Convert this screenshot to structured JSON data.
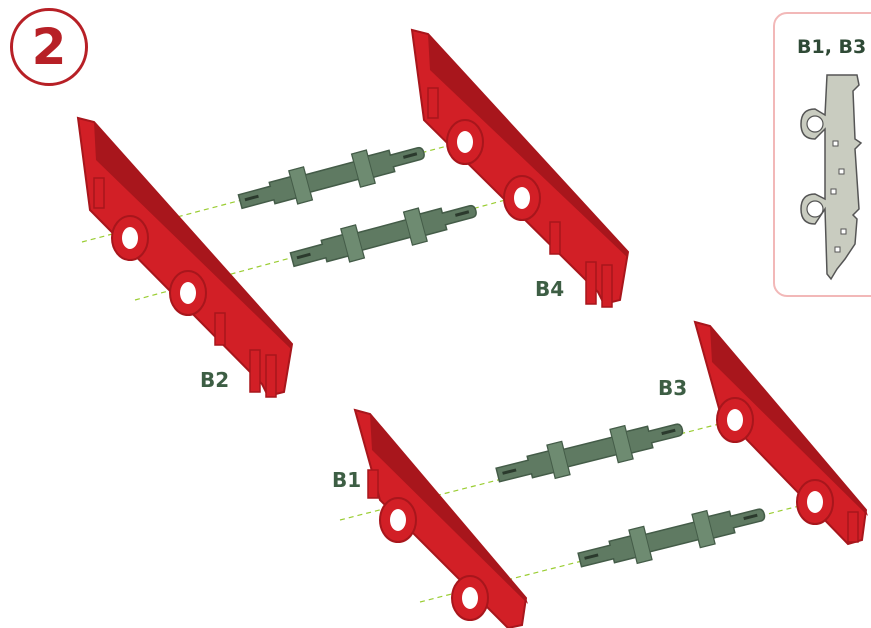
{
  "step": {
    "number": "2"
  },
  "labels": {
    "b1": "B1",
    "b2": "B2",
    "b3": "B3",
    "b4": "B4"
  },
  "inset": {
    "title": "B1, B3"
  },
  "colors": {
    "frame_part": "#d21f26",
    "frame_dark": "#a8161c",
    "axle": "#5f7a62",
    "axle_dark": "#445c48",
    "guide_line": "#9acd32",
    "badge": "#b72026",
    "inset_part": "#c9ccc0",
    "inset_border": "#f2b8b8"
  }
}
